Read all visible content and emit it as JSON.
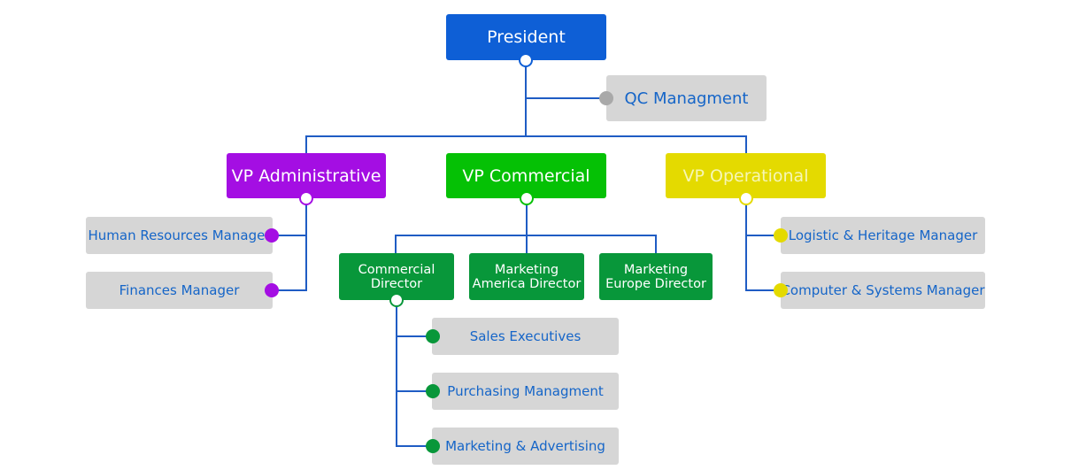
{
  "colors": {
    "president": "#0e5fd6",
    "administrative": "#a40ee3",
    "commercial": "#05c105",
    "operational": "#e4da00",
    "directors": "#08973a",
    "leaf_bg": "#d6d6d6",
    "leaf_text": "#1565c8",
    "connector": "#1f5cc4",
    "qc_dot": "#a9a9a9"
  },
  "nodes": {
    "president": "President",
    "qc": "QC Managment",
    "vp_admin": "VP Administrative",
    "vp_commercial": "VP Commercial",
    "vp_operational": "VP Operational",
    "hr_manager": "Human Resources Manager",
    "finances_manager": "Finances Manager",
    "commercial_director": [
      "Commercial",
      "Director"
    ],
    "marketing_america": [
      "Marketing",
      "America Director"
    ],
    "marketing_europe": [
      "Marketing",
      "Europe Director"
    ],
    "logistic_manager": "Logistic & Heritage Manager",
    "computer_manager": "Computer & Systems Manager",
    "sales_executives": "Sales Executives",
    "purchasing": "Purchasing Managment",
    "marketing_advertising": "Marketing & Advertising"
  }
}
